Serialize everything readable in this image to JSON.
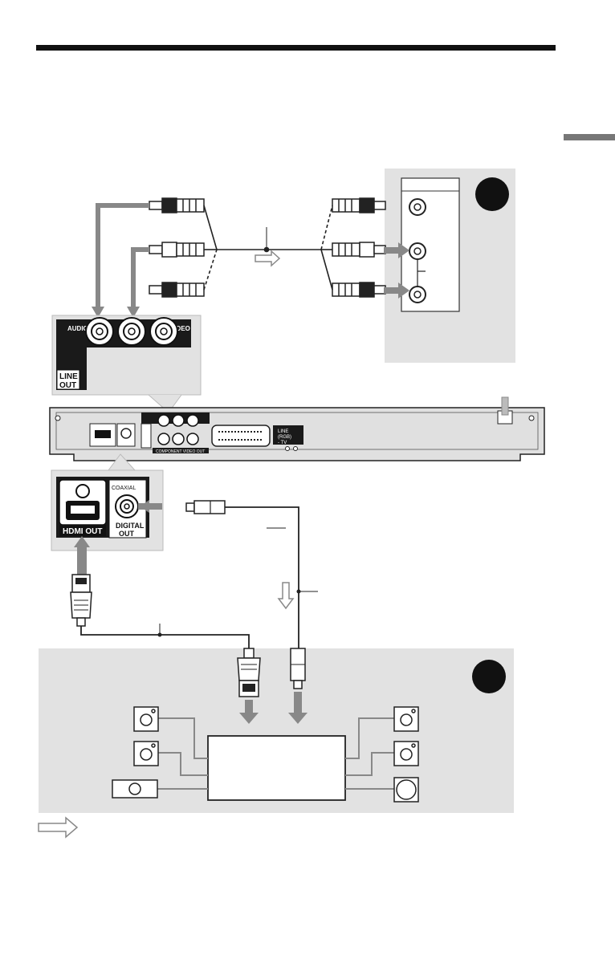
{
  "colors": {
    "panel": "#e2e2e2",
    "arrow": "#888888",
    "black": "#111111",
    "label_box": "#1a1a1a"
  },
  "jacks": {
    "audio": "AUDIO",
    "video": "VIDEO",
    "line_out": [
      "LINE",
      "OUT"
    ],
    "hdmi_out": "HDMI OUT",
    "coaxial": "COAXIAL",
    "digital_out": [
      "DIGITAL",
      "OUT"
    ]
  },
  "rear_panel": {
    "component_video_out": "COMPONENT VIDEO OUT",
    "line_rgb_tv": [
      "LINE",
      "(RGB)",
      "- TV"
    ]
  }
}
